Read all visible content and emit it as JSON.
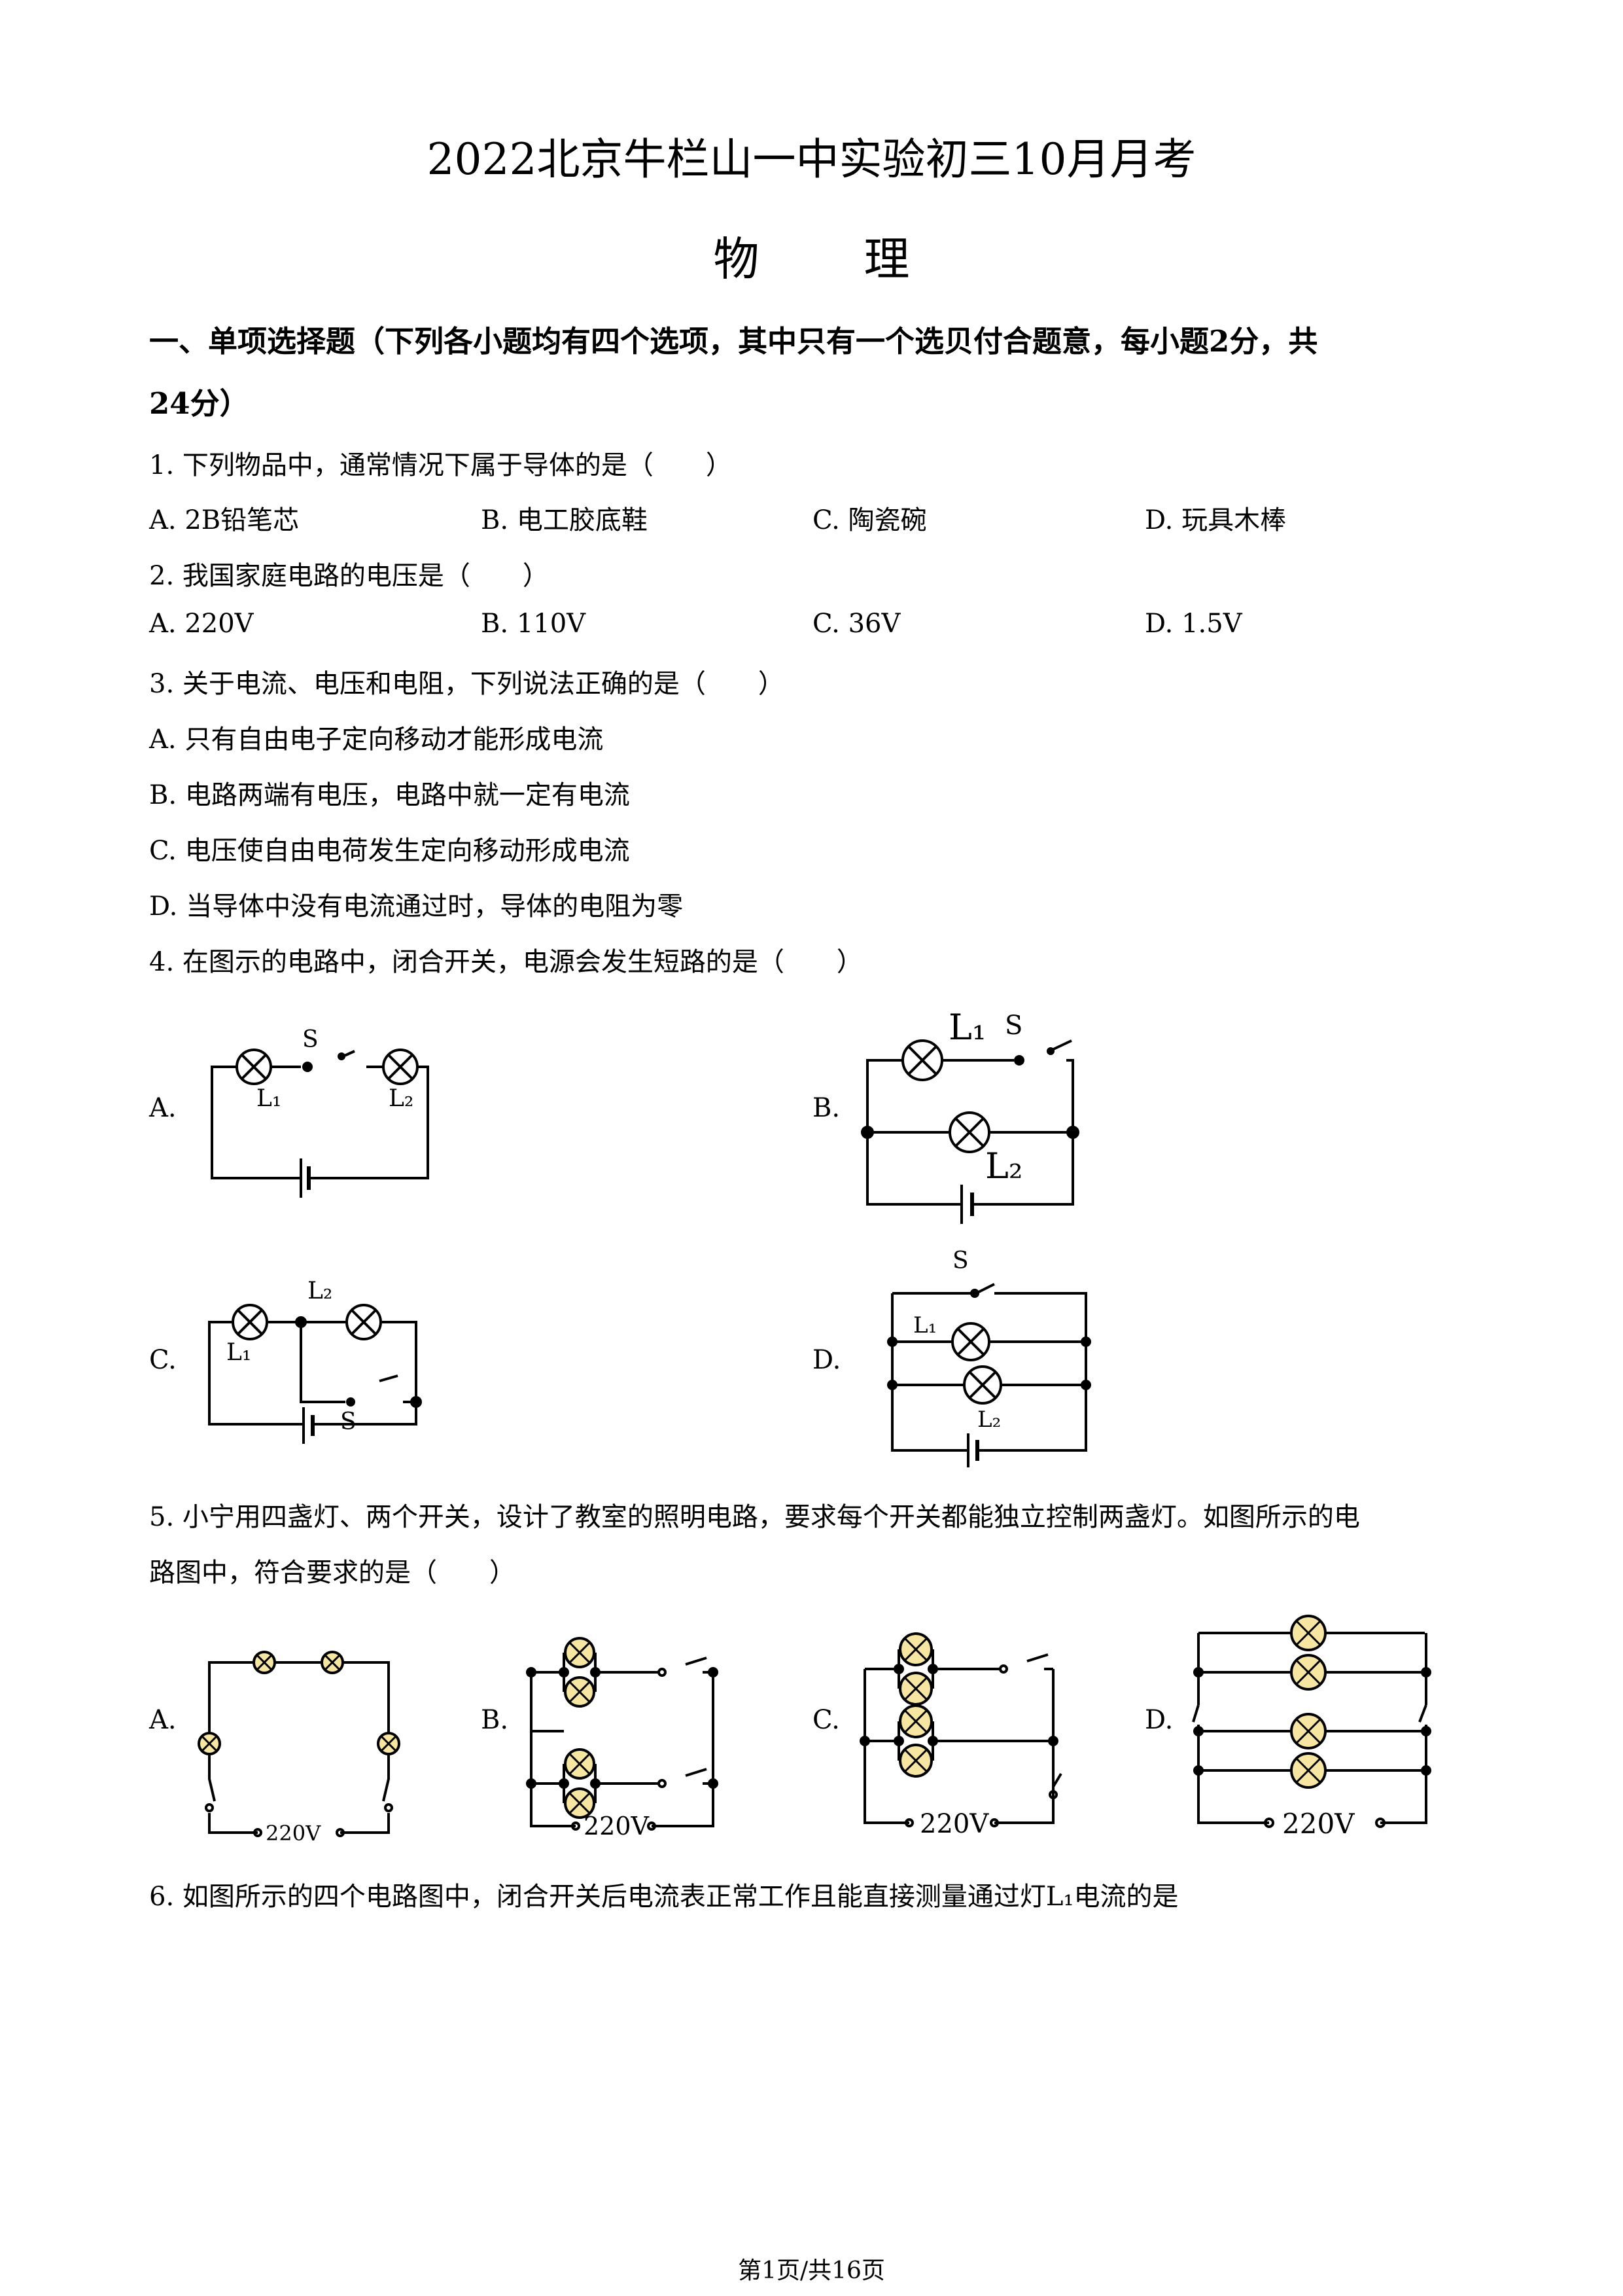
{
  "header": {
    "title": "2022北京牛栏山一中实验初三10月月考",
    "subject": "物理"
  },
  "section1": {
    "line1": "一、单项选择题（下列各小题均有四个选项，其中只有一个选贝付合题意，每小题2分，共",
    "line2": "24分）"
  },
  "questions": [
    {
      "stem": "1. 下列物品中，通常情况下属于导体的是（　　）",
      "options": [
        "A. 2B铅笔芯",
        "B. 电工胶底鞋",
        "C. 陶瓷碗",
        "D. 玩具木棒"
      ]
    },
    {
      "stem": "2. 我国家庭电路的电压是（　　）",
      "options": [
        "A. 220V",
        "B. 110V",
        "C. 36V",
        "D. 1.5V"
      ]
    },
    {
      "stem": "3. 关于电流、电压和电阻，下列说法正确的是（　　）",
      "options": [
        "A. 只有自由电子定向移动才能形成电流",
        "B. 电路两端有电压，电路中就一定有电流",
        "C. 电压使自由电荷发生定向移动形成电流",
        "D. 当导体中没有电流通过时，导体的电阻为零"
      ]
    },
    {
      "stem": "4. 在图示的电路中，闭合开关，电源会发生短路的是（　　）",
      "options": [
        "A.",
        "B.",
        "C.",
        "D."
      ]
    },
    {
      "stem_line1": "5. 小宁用四盏灯、两个开关，设计了教室的照明电路，要求每个开关都能独立控制两盏灯。如图所示的电",
      "stem_line2": "路图中，符合要求的是（　　）",
      "options": [
        "A.",
        "B.",
        "C.",
        "D."
      ]
    },
    {
      "stem": "6. 如图所示的四个电路图中，闭合开关后电流表正常工作且能直接测量通过灯L₁电流的是"
    }
  ],
  "circuit_labels": {
    "l1": "L₁",
    "l2": "L₂",
    "s": "S",
    "v220": "220V"
  },
  "footer": "第1页/共16页"
}
